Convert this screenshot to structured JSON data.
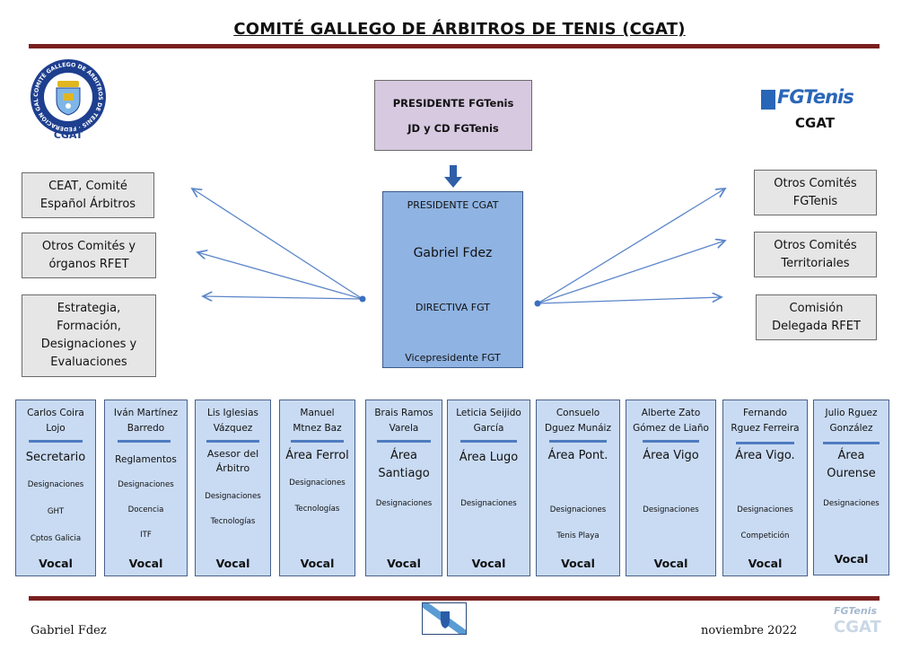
{
  "title": "COMITÉ GALLEGO DE ÁRBITROS DE TENIS (CGAT)",
  "logo_left": {
    "label": "CGAT",
    "ring_text": "COMITÉ GALLEGO DE ÁRBITROS DE TENIS · FEDERACIÓN GALEGA DE TENIS"
  },
  "logo_right": {
    "brand": "FGTenis",
    "sub": "CGAT"
  },
  "top_box": {
    "line1": "PRESIDENTE FGTenis",
    "line2": "JD y CD FGTenis"
  },
  "center_box": {
    "role": "PRESIDENTE CGAT",
    "name": "Gabriel Fdez",
    "directiva": "DIRECTIVA FGT",
    "vice": "Vicepresidente FGT"
  },
  "left_boxes": [
    "CEAT, Comité\nEspañol Árbitros",
    "Otros Comités y\nórganos RFET",
    "Estrategia,\nFormación,\nDesignaciones y\nEvaluaciones"
  ],
  "right_boxes": [
    "Otros Comités\nFGTenis",
    "Otros Comités\nTerritoriales",
    "Comisión\nDelegada RFET"
  ],
  "vocals": [
    {
      "name": "Carlos Coira\nLojo",
      "area": "Secretario",
      "items": [
        "Designaciones",
        "GHT",
        "Cptos Galicia"
      ],
      "label": "Vocal"
    },
    {
      "name": "Iván Martínez\nBarredo",
      "area": "Reglamentos",
      "items": [
        "Designaciones",
        "Docencia",
        "ITF"
      ],
      "label": "Vocal"
    },
    {
      "name": "Lis Iglesias\nVázquez",
      "area": "Asesor del\nÁrbitro",
      "items": [
        "Designaciones",
        "Tecnologías"
      ],
      "label": "Vocal"
    },
    {
      "name": "Manuel\nMtnez Baz",
      "area": "Área Ferrol",
      "items": [
        "Designaciones",
        "Tecnologías"
      ],
      "label": "Vocal"
    },
    {
      "name": "Brais Ramos\nVarela",
      "area": "Área\nSantiago",
      "items": [
        "Designaciones"
      ],
      "label": "Vocal"
    },
    {
      "name": "Leticia Seijido\nGarcía",
      "area": "Área Lugo",
      "items": [
        "Designaciones"
      ],
      "label": "Vocal"
    },
    {
      "name": "Consuelo\nDguez Munáiz",
      "area": "Área Pont.",
      "items": [
        "Designaciones",
        "Tenis Playa"
      ],
      "label": "Vocal"
    },
    {
      "name": "Alberte Zato\nGómez de Liaño",
      "area": "Área Vigo",
      "items": [
        "Designaciones"
      ],
      "label": "Vocal"
    },
    {
      "name": "Fernando\nRguez Ferreira",
      "area": "Área Vigo.",
      "items": [
        "Designaciones",
        "Competición"
      ],
      "label": "Vocal"
    },
    {
      "name": "Julio Rguez\nGonzález",
      "area": "Área\nOurense",
      "items": [
        "Designaciones"
      ],
      "label": "Vocal"
    }
  ],
  "footer": {
    "author": "Gabriel Fdez",
    "date": "noviembre 2022",
    "mark": "FGTenis",
    "mark_sub": "CGAT"
  },
  "colors": {
    "rule": "#7a1f1f",
    "center": "#8fb3e2",
    "vocal_bg": "#c9dbf3",
    "top": "#d6c9e0",
    "gray": "#e6e6e6",
    "arrow": "#5b86c9"
  }
}
